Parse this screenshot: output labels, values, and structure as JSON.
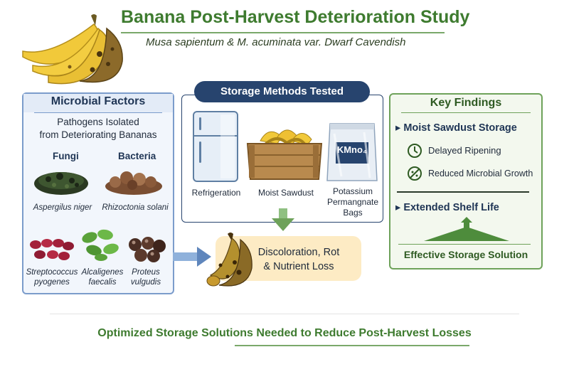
{
  "header": {
    "title": "Banana Post-Harvest Deterioration Study",
    "subtitle": "Musa sapientum & M. acuminata var. Dwarf Cavendish"
  },
  "microbial_factors": {
    "title": "Microbial Factors",
    "subtitle_line1": "Pathogens Isolated",
    "subtitle_line2": "from Deteriorating Bananas",
    "fungi_label": "Fungi",
    "bacteria_label": "Bacteria",
    "organisms": {
      "aspergillus": "Aspergilus niger",
      "rhizoctonia": "Rhizoctonia solani",
      "streptococcus_1": "Streptococcus",
      "streptococcus_2": "pyogenes",
      "alcaligenes_1": "Alcaligenes",
      "alcaligenes_2": "faecalis",
      "proteus_1": "Proteus",
      "proteus_2": "vulgudis"
    }
  },
  "storage_methods": {
    "title": "Storage Methods Tested",
    "refrigeration": "Refrigeration",
    "sawdust": "Moist Sawdust",
    "kmno4_1": "Potassium",
    "kmno4_2": "Permangnate",
    "kmno4_3": "Bags",
    "bag_label": "KMno₄"
  },
  "result": {
    "line1": "Discoloration, Rot",
    "line2": "& Nutrient Loss"
  },
  "key_findings": {
    "title": "Key Findings",
    "finding1": "Moist Sawdust Storage",
    "benefit1": "Delayed Ripening",
    "benefit2": "Reduced Microbial Growth",
    "finding2": "Extended Shelf Life",
    "conclusion": "Effective Storage Solution"
  },
  "footer": {
    "text": "Optimized Storage Solutions Needed to Reduce Post-Harvest Losses"
  },
  "colors": {
    "title_green": "#3e7b2f",
    "navy": "#27446e",
    "panel_blue": "#7b9ccb",
    "panel_green": "#6ea25a",
    "result_bg": "#fdebc4"
  }
}
